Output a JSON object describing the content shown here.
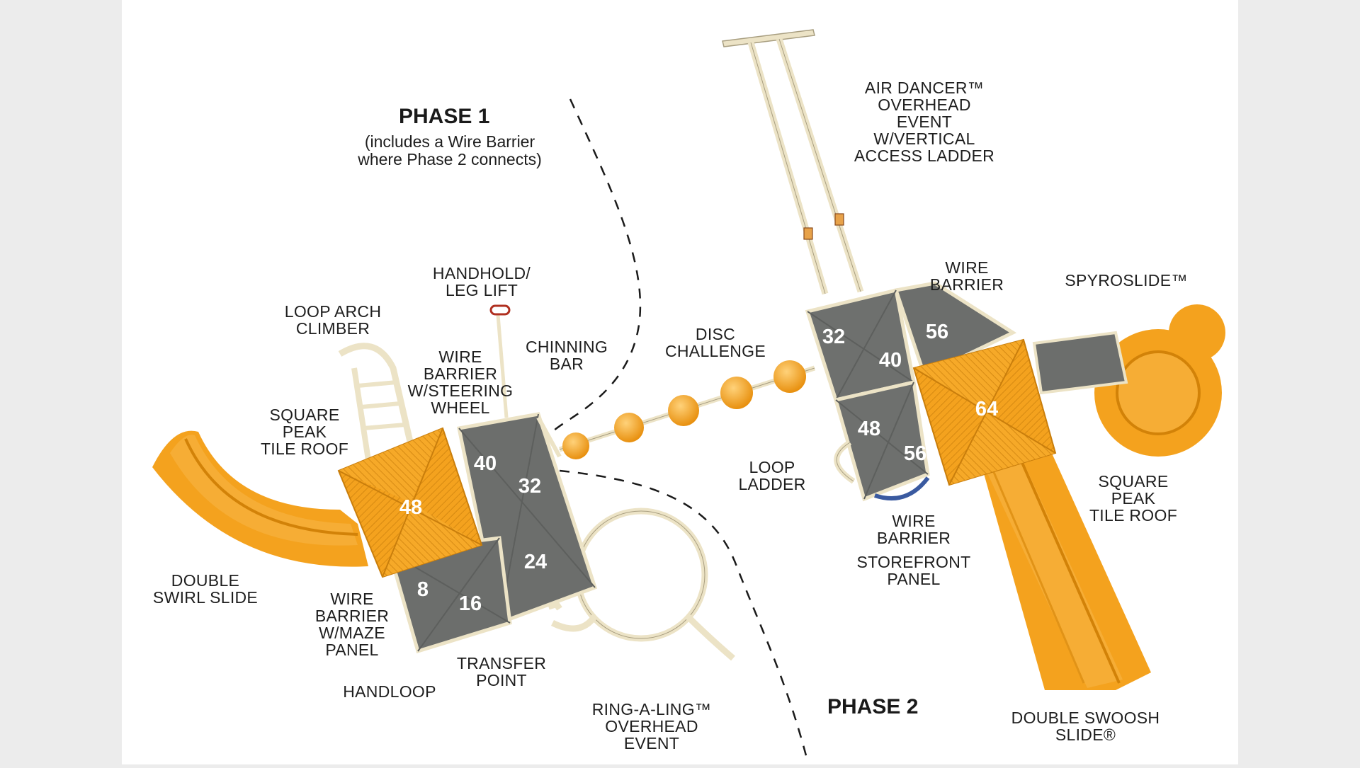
{
  "phase1": {
    "title": "PHASE 1",
    "note": [
      "(includes a Wire Barrier",
      "where Phase 2 connects)"
    ]
  },
  "phase2": {
    "title": "PHASE 2"
  },
  "labels": {
    "handhold": [
      "HANDHOLD/",
      "LEG LIFT"
    ],
    "loop_arch": [
      "LOOP ARCH",
      "CLIMBER"
    ],
    "wire_barrier_steering": [
      "WIRE",
      "BARRIER",
      "W/STEERING",
      "WHEEL"
    ],
    "chinning_bar": [
      "CHINNING",
      "BAR"
    ],
    "square_peak_left": [
      "SQUARE",
      "PEAK",
      "TILE ROOF"
    ],
    "double_swirl": [
      "DOUBLE",
      "SWIRL SLIDE"
    ],
    "wire_barrier_maze": [
      "WIRE",
      "BARRIER",
      "W/MAZE",
      "PANEL"
    ],
    "handloop": [
      "HANDLOOP"
    ],
    "transfer_point": [
      "TRANSFER",
      "POINT"
    ],
    "ring_a_ling": [
      "RING-A-LING™",
      "OVERHEAD",
      "EVENT"
    ],
    "disc_challenge": [
      "DISC",
      "CHALLENGE"
    ],
    "air_dancer": [
      "AIR DANCER™",
      "OVERHEAD",
      "EVENT",
      "W/VERTICAL",
      "ACCESS LADDER"
    ],
    "wire_barrier_top": [
      "WIRE",
      "BARRIER"
    ],
    "spyroslide": [
      "SPYROSLIDE™"
    ],
    "loop_ladder": [
      "LOOP",
      "LADDER"
    ],
    "wire_barrier_bottom": [
      "WIRE",
      "BARRIER"
    ],
    "storefront": [
      "STOREFRONT",
      "PANEL"
    ],
    "square_peak_right": [
      "SQUARE",
      "PEAK",
      "TILE ROOF"
    ],
    "double_swoosh": [
      "DOUBLE SWOOSH",
      "SLIDE®"
    ]
  },
  "deck_heights": {
    "left_roof": "48",
    "left_40": "40",
    "left_32": "32",
    "left_24": "24",
    "left_8": "8",
    "left_16": "16",
    "right_32": "32",
    "right_40": "40",
    "right_56_top": "56",
    "right_48": "48",
    "right_56_bottom": "56",
    "right_roof": "64"
  },
  "colors": {
    "page_bg": "#ffffff",
    "side_bg": "#ececec",
    "orange": "#f4a21e",
    "orange_dark": "#d98a10",
    "deck_gray": "#6c6e6c",
    "frame_cream": "#ece3c6",
    "text": "#1e1e1e"
  }
}
